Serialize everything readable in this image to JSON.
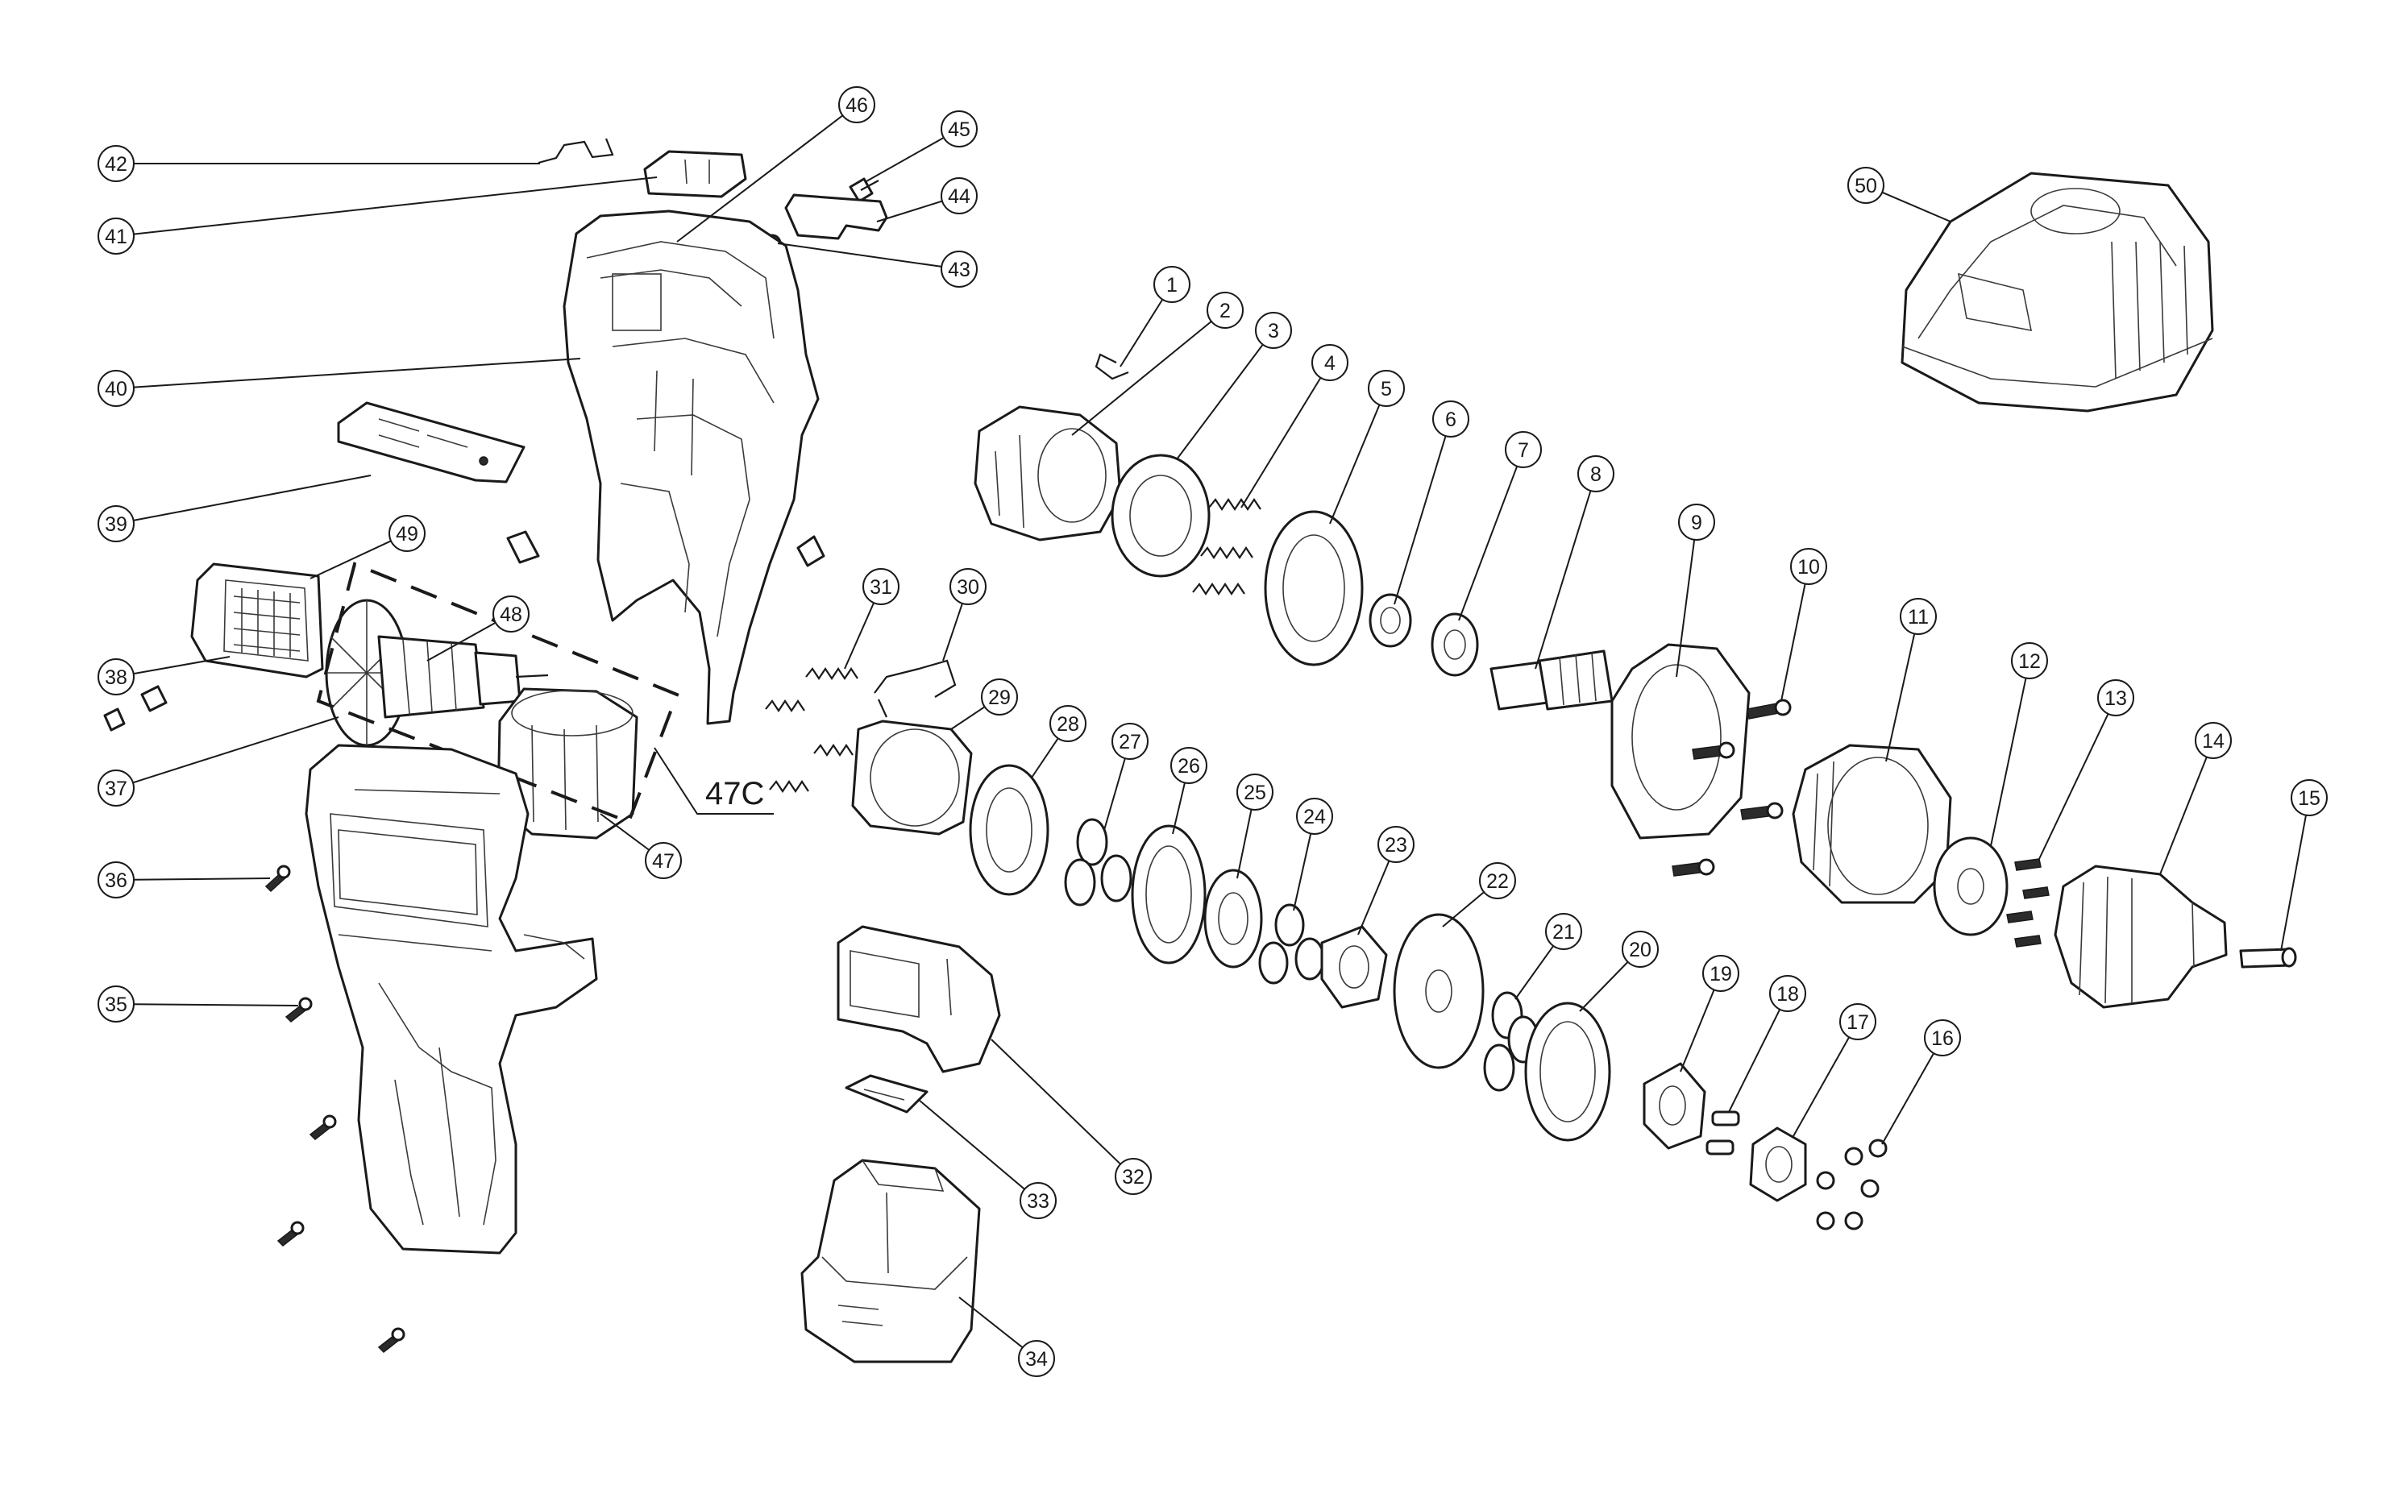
{
  "diagram": {
    "callouts": [
      {
        "id": "1",
        "label": "1"
      },
      {
        "id": "2",
        "label": "2"
      },
      {
        "id": "3",
        "label": "3"
      },
      {
        "id": "4",
        "label": "4"
      },
      {
        "id": "5",
        "label": "5"
      },
      {
        "id": "6",
        "label": "6"
      },
      {
        "id": "7",
        "label": "7"
      },
      {
        "id": "8",
        "label": "8"
      },
      {
        "id": "9",
        "label": "9"
      },
      {
        "id": "10",
        "label": "10"
      },
      {
        "id": "11",
        "label": "11"
      },
      {
        "id": "12",
        "label": "12"
      },
      {
        "id": "13",
        "label": "13"
      },
      {
        "id": "14",
        "label": "14"
      },
      {
        "id": "15",
        "label": "15"
      },
      {
        "id": "16",
        "label": "16"
      },
      {
        "id": "17",
        "label": "17"
      },
      {
        "id": "18",
        "label": "18"
      },
      {
        "id": "19",
        "label": "19"
      },
      {
        "id": "20",
        "label": "20"
      },
      {
        "id": "21",
        "label": "21"
      },
      {
        "id": "22",
        "label": "22"
      },
      {
        "id": "23",
        "label": "23"
      },
      {
        "id": "24",
        "label": "24"
      },
      {
        "id": "25",
        "label": "25"
      },
      {
        "id": "26",
        "label": "26"
      },
      {
        "id": "27",
        "label": "27"
      },
      {
        "id": "28",
        "label": "28"
      },
      {
        "id": "29",
        "label": "29"
      },
      {
        "id": "30",
        "label": "30"
      },
      {
        "id": "31",
        "label": "31"
      },
      {
        "id": "32",
        "label": "32"
      },
      {
        "id": "33",
        "label": "33"
      },
      {
        "id": "34",
        "label": "34"
      },
      {
        "id": "35",
        "label": "35"
      },
      {
        "id": "36",
        "label": "36"
      },
      {
        "id": "37",
        "label": "37"
      },
      {
        "id": "38",
        "label": "38"
      },
      {
        "id": "39",
        "label": "39"
      },
      {
        "id": "40",
        "label": "40"
      },
      {
        "id": "41",
        "label": "41"
      },
      {
        "id": "42",
        "label": "42"
      },
      {
        "id": "43",
        "label": "43"
      },
      {
        "id": "44",
        "label": "44"
      },
      {
        "id": "45",
        "label": "45"
      },
      {
        "id": "46",
        "label": "46"
      },
      {
        "id": "47",
        "label": "47"
      },
      {
        "id": "48",
        "label": "48"
      },
      {
        "id": "49",
        "label": "49"
      },
      {
        "id": "50",
        "label": "50"
      }
    ],
    "subassembly_label": "47C",
    "colors": {
      "line": "#1a1a1a",
      "background": "#ffffff"
    }
  }
}
